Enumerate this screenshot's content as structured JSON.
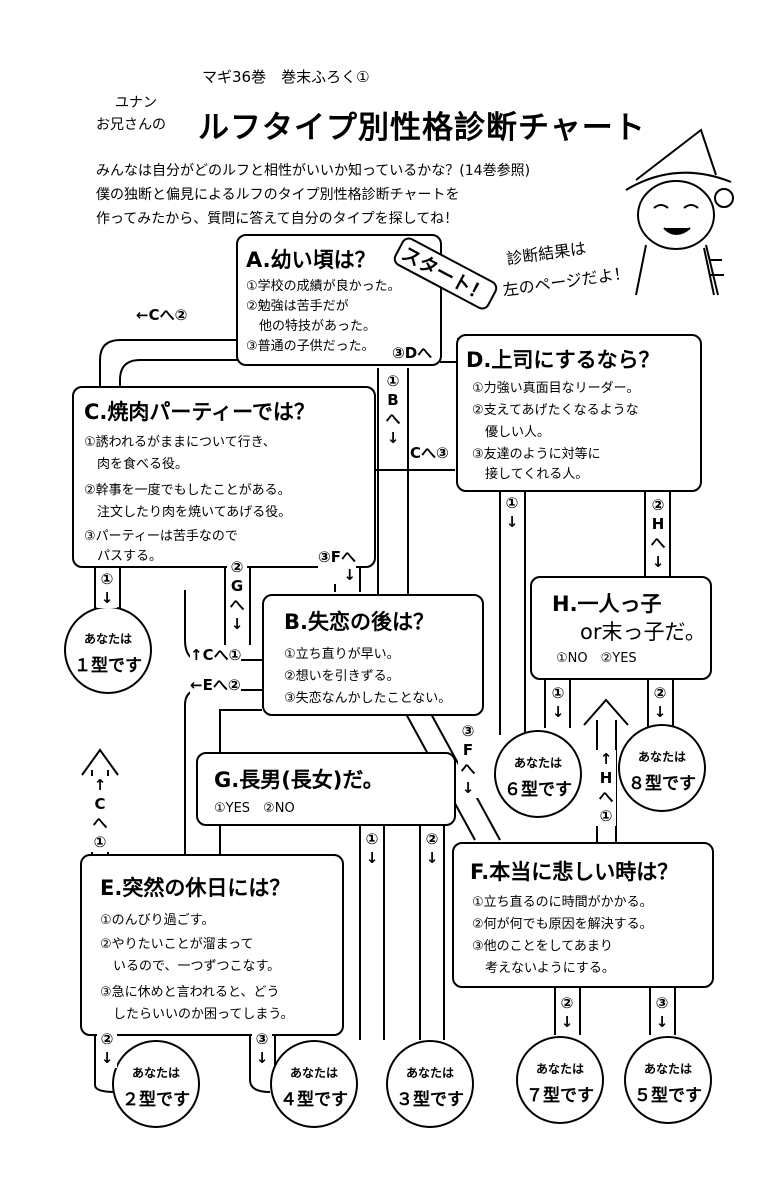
{
  "header": {
    "series": "マギ36巻　巻末ふろく①",
    "author_line1": "ユナン",
    "author_line2": "お兄さんの",
    "title": "ルフタイプ別性格診断チャート",
    "intro": [
      "みんなは自分がどのルフと相性がいいか知っているかな？(14巻参照)",
      "僕の独断と偏見によるルフのタイプ別性格診断チャートを",
      "作ってみたから、質問に答えて自分のタイプを探してね！"
    ],
    "note": [
      "診断結果は",
      "左のページだよ！"
    ],
    "start": "スタート！"
  },
  "questions": {
    "A": {
      "title": "A.幼い頃は？",
      "options": [
        "①学校の成績が良かった。",
        "②勉強は苦手だが",
        "　他の特技があった。",
        "③普通の子供だった。"
      ]
    },
    "B": {
      "title": "B.失恋の後は？",
      "options": [
        "①立ち直りが早い。",
        "②想いを引きずる。",
        "③失恋なんかしたことない。"
      ]
    },
    "C": {
      "title": "C.焼肉パーティーでは？",
      "options": [
        "①誘われるがままについて行き、",
        "　肉を食べる役。",
        "②幹事を一度でもしたことがある。",
        "　注文したり肉を焼いてあげる役。",
        "③パーティーは苦手なので",
        "　パスする。"
      ]
    },
    "D": {
      "title": "D.上司にするなら？",
      "options": [
        "①力強い真面目なリーダー。",
        "②支えてあげたくなるような",
        "　優しい人。",
        "③友達のように対等に",
        "　接してくれる人。"
      ]
    },
    "E": {
      "title": "E.突然の休日には？",
      "options": [
        "①のんびり過ごす。",
        "②やりたいことが溜まって",
        "　いるので、一つずつこなす。",
        "③急に休めと言われると、どう",
        "　したらいいのか困ってしまう。"
      ]
    },
    "F": {
      "title": "F.本当に悲しい時は？",
      "options": [
        "①立ち直るのに時間がかかる。",
        "②何が何でも原因を解決する。",
        "③他のことをしてあまり",
        "　考えないようにする。"
      ]
    },
    "G": {
      "title": "G.長男(長女)だ。",
      "options": [
        "①YES　②NO"
      ]
    },
    "H": {
      "title": "H.一人っ子",
      "title2": "or末っ子だ。",
      "options": [
        "①NO　②YES"
      ]
    }
  },
  "results": {
    "r1": {
      "line1": "あなたは",
      "line2": "１型です"
    },
    "r2": {
      "line1": "あなたは",
      "line2": "２型です"
    },
    "r3": {
      "line1": "あなたは",
      "line2": "３型です"
    },
    "r4": {
      "line1": "あなたは",
      "line2": "４型です"
    },
    "r5": {
      "line1": "あなたは",
      "line2": "５型です"
    },
    "r6": {
      "line1": "あなたは",
      "line2": "６型です"
    },
    "r7": {
      "line1": "あなたは",
      "line2": "７型です"
    },
    "r8": {
      "line1": "あなたは",
      "line2": "８型です"
    }
  },
  "branches": {
    "a1": "①\nB\nへ\n↓",
    "a2": "←Cへ②",
    "a3": "③Dへ",
    "c1": "①\n↓",
    "c2": "②\nG\nへ\n↓",
    "c3": "③Fへ\n↓",
    "d1": "①\n↓",
    "d2": "②\nH\nへ\n↓",
    "d3": "Cへ③",
    "b1": "↑Cへ①",
    "b2": "←Eへ②",
    "b3": "③\nF\nへ\n↓",
    "h1": "①\n↓",
    "h2": "②\n↓",
    "g1": "①\n↓",
    "g2": "②\n↓",
    "e_up": "↑\nC\nへ\n①",
    "e2": "②\n↓",
    "e3": "③\n↓",
    "f_up": "↑\nH\nへ\n①",
    "f2": "②\n↓",
    "f3": "③\n↓"
  }
}
